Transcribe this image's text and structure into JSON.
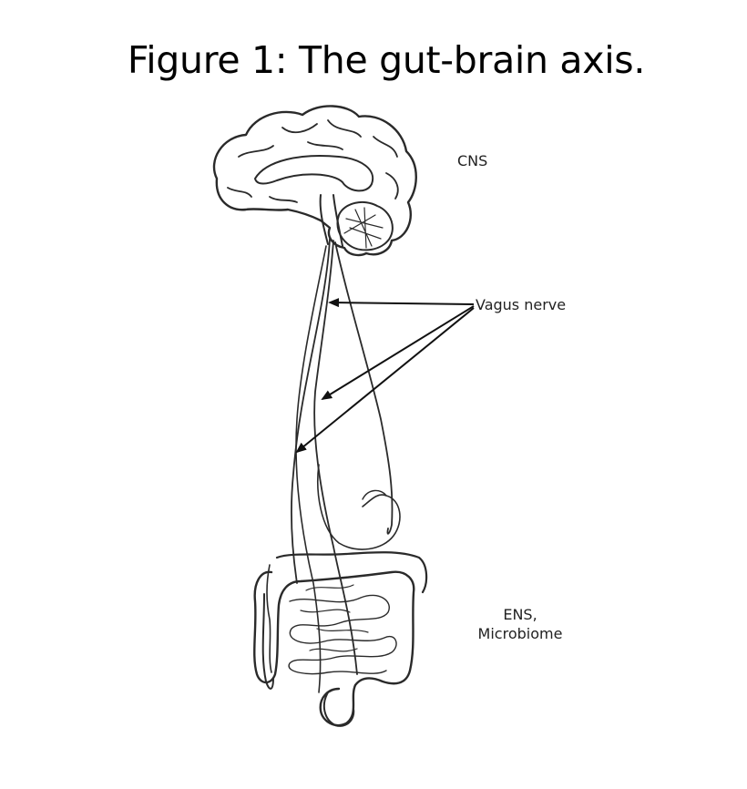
{
  "title": "Figure 1: The gut-brain axis.",
  "labels": {
    "cns": "CNS",
    "vagus_nerve": "Vagus nerve",
    "ens_line1": "ENS,",
    "ens_line2": "Microbiome"
  },
  "colors": {
    "background": "#ffffff",
    "ink": "#2a2a2a",
    "text": "#000000"
  }
}
